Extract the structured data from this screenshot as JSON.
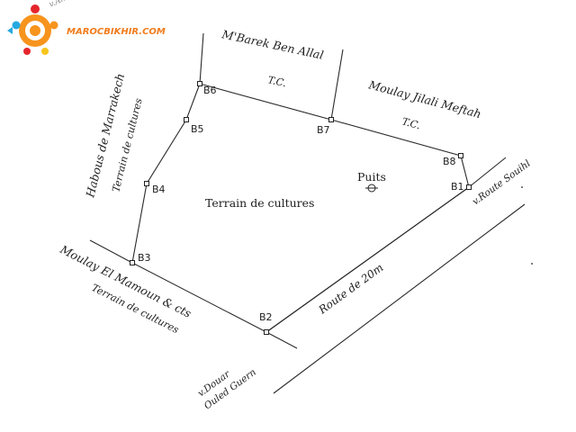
{
  "logo": {
    "text": "MAROCBIKHIR.COM",
    "color": "#f07c1c",
    "icon": "marocbikhir-logo-icon"
  },
  "stamp_fragment": "v.Am",
  "neighbours": {
    "north": {
      "name": "M'Barek Ben Allal",
      "sub": "T.C."
    },
    "northeast": {
      "name": "Moulay Jilali Meftah",
      "sub": "T.C."
    },
    "west_name": "Habous de Marrakech",
    "west_sub": "Terrain de cultures",
    "southwest_name": "Moulay El Mamoun & cts",
    "southwest_sub": "Terrain de cultures"
  },
  "parcel_label": "Terrain de cultures",
  "well_label": "Puits",
  "road": {
    "label": "Route de 20m",
    "to_south": "v.Route Souihl",
    "to_douar_line1": "v.Douar",
    "to_douar_line2": "Ouled Guern"
  },
  "points": [
    "B1",
    "B2",
    "B3",
    "B4",
    "B5",
    "B6",
    "B7",
    "B8"
  ]
}
